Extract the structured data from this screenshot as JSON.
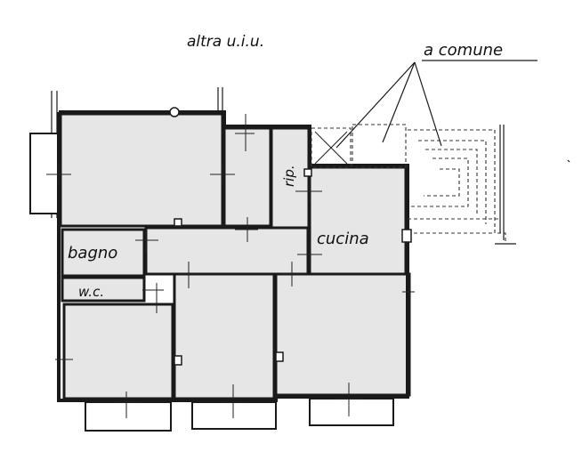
{
  "labels": {
    "other_unit": "altra u.i.u.",
    "common": "a comune",
    "storage": "rip.",
    "kitchen": "cucina",
    "bathroom": "bagno",
    "wc": "w.c."
  }
}
